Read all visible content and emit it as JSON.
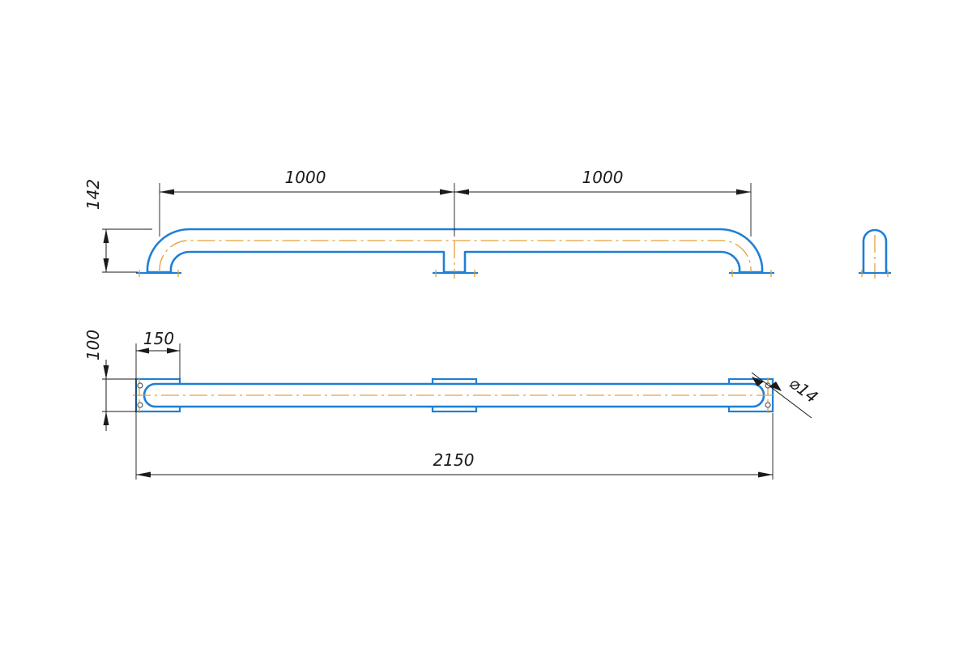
{
  "drawing": {
    "front_view": {
      "segment_left": "1000",
      "segment_right": "1000",
      "height": "142"
    },
    "top_view": {
      "overall_length": "2150",
      "depth": "100",
      "flange_length": "150",
      "tube_diameter": "⌀14"
    }
  },
  "colors": {
    "part_outline": "#1e7fd6",
    "axis_line": "#e3a03a",
    "dimension": "#1a1a1a"
  }
}
